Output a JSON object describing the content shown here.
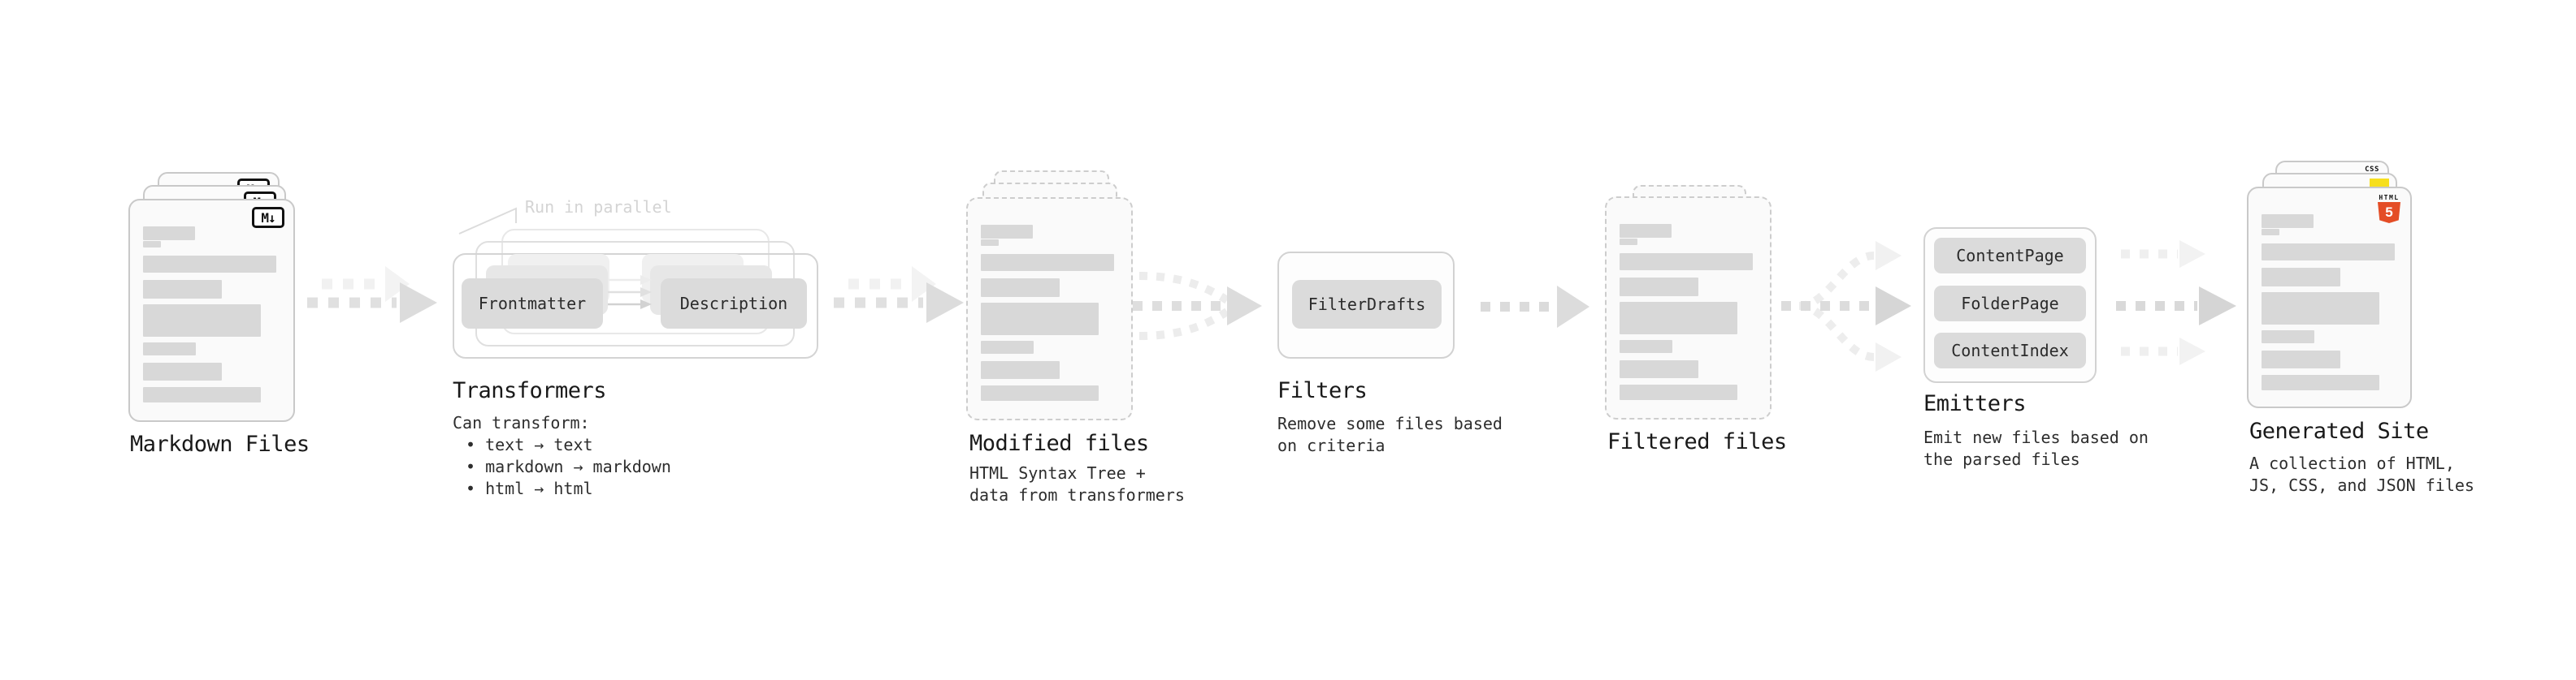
{
  "palette": {
    "html5_orange": "#e44d26",
    "js_yellow": "#f7df1e",
    "css_blue": "#2962ff",
    "placeholder_bar_gray": "#d8d8d8",
    "arrow_gray": "#dcdcdc",
    "callout_gray": "#d4d4d4"
  },
  "stages": {
    "markdown_files": {
      "label": "Markdown Files",
      "badge": "M↓"
    },
    "transformers": {
      "label": "Transformers",
      "callout": "Run in parallel",
      "box_first": "Frontmatter",
      "box_second": "Description",
      "caption_title": "Can transform:",
      "bullets": [
        "• text → text",
        "• markdown → markdown",
        "• html → html"
      ]
    },
    "modified_files": {
      "label": "Modified files",
      "caption": [
        "HTML Syntax Tree +",
        "data from transformers"
      ]
    },
    "filters": {
      "label": "Filters",
      "boxes": [
        "FilterDrafts"
      ],
      "caption": [
        "Remove some files based",
        "on criteria"
      ]
    },
    "filtered_files": {
      "label": "Filtered files"
    },
    "emitters": {
      "label": "Emitters",
      "boxes": [
        "ContentPage",
        "FolderPage",
        "ContentIndex"
      ],
      "caption": [
        "Emit new files based on",
        "the parsed files"
      ]
    },
    "generated_site": {
      "label": "Generated Site",
      "caption": [
        "A collection of HTML,",
        "JS, CSS, and JSON files"
      ],
      "file_type_badges": {
        "html_label": "HTML",
        "html_number": "5",
        "css": "CSS"
      }
    }
  }
}
